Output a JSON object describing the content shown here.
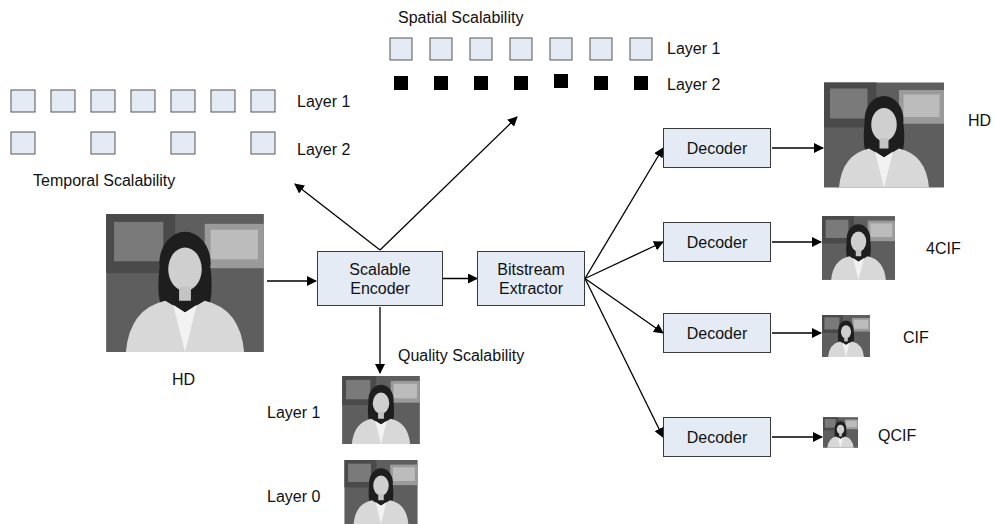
{
  "diagram": {
    "nodes": [
      {
        "text": [
          "Scalable Encoder"
        ]
      },
      {
        "text": [
          "Bitstream Extractor"
        ]
      },
      {
        "text": [
          "Decoder"
        ]
      },
      {
        "text": [
          "Decoder"
        ]
      },
      {
        "text": [
          "Decoder"
        ]
      },
      {
        "text": [
          "Decoder"
        ]
      }
    ],
    "edges": [
      {
        "from": 0,
        "to": 1,
        "arrow": "to"
      },
      {
        "from": 1,
        "to": 2,
        "arrow": "to"
      },
      {
        "from": 1,
        "to": 3,
        "arrow": "to"
      },
      {
        "from": 1,
        "to": 4,
        "arrow": "to"
      },
      {
        "from": 1,
        "to": 5,
        "arrow": "to"
      }
    ],
    "labels": [
      "Spatial Scalability",
      "Layer 1",
      "Layer 2",
      "Layer 1",
      "Layer 2",
      "Temporal Scalability",
      "HD",
      "Quality Scalability",
      "Layer 1",
      "Layer 0",
      "HD",
      "4CIF",
      "CIF",
      "QCIF"
    ]
  }
}
